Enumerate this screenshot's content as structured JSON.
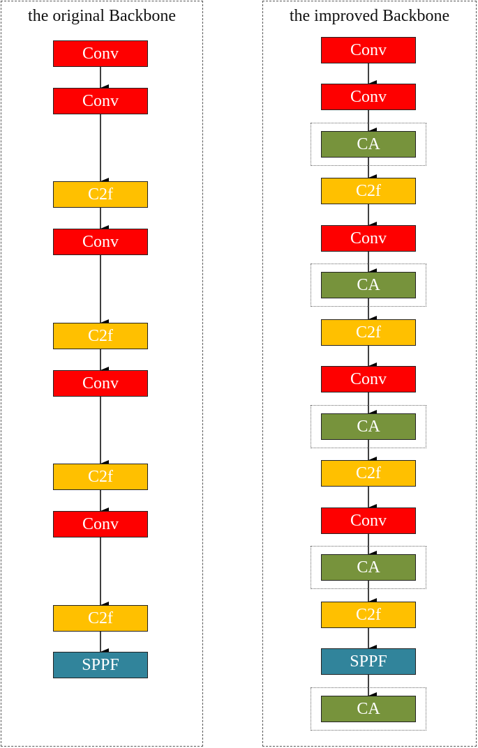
{
  "left": {
    "title": "the original Backbone",
    "blocks": [
      {
        "label": "Conv",
        "kind": "conv"
      },
      {
        "label": "Conv",
        "kind": "conv"
      },
      {
        "label": "C2f",
        "kind": "c2f"
      },
      {
        "label": "Conv",
        "kind": "conv"
      },
      {
        "label": "C2f",
        "kind": "c2f"
      },
      {
        "label": "Conv",
        "kind": "conv"
      },
      {
        "label": "C2f",
        "kind": "c2f"
      },
      {
        "label": "Conv",
        "kind": "conv"
      },
      {
        "label": "C2f",
        "kind": "c2f"
      },
      {
        "label": "SPPF",
        "kind": "sppf"
      }
    ]
  },
  "right": {
    "title": "the improved Backbone",
    "blocks": [
      {
        "label": "Conv",
        "kind": "conv"
      },
      {
        "label": "Conv",
        "kind": "conv"
      },
      {
        "label": "CA",
        "kind": "ca"
      },
      {
        "label": "C2f",
        "kind": "c2f"
      },
      {
        "label": "Conv",
        "kind": "conv"
      },
      {
        "label": "CA",
        "kind": "ca"
      },
      {
        "label": "C2f",
        "kind": "c2f"
      },
      {
        "label": "Conv",
        "kind": "conv"
      },
      {
        "label": "CA",
        "kind": "ca"
      },
      {
        "label": "C2f",
        "kind": "c2f"
      },
      {
        "label": "Conv",
        "kind": "conv"
      },
      {
        "label": "CA",
        "kind": "ca"
      },
      {
        "label": "C2f",
        "kind": "c2f"
      },
      {
        "label": "SPPF",
        "kind": "sppf"
      },
      {
        "label": "CA",
        "kind": "ca"
      }
    ]
  },
  "colors": {
    "conv": "#fe0000",
    "c2f": "#ffc000",
    "ca": "#77933c",
    "sppf": "#31849b"
  }
}
